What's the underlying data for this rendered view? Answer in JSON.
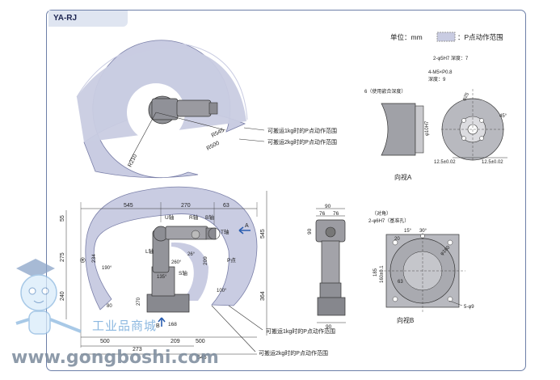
{
  "model": "YA-RJ",
  "legend": {
    "unit": "单位：mm",
    "area": "：P点动作范围"
  },
  "top_view": {
    "r545": "R545",
    "r500": "R500",
    "r210": "R210"
  },
  "callouts": {
    "range_1kg": "可搬运1kg时的P点动作范围",
    "range_2kg": "可搬运2kg时的P点动作范围"
  },
  "side_view": {
    "dims_top": [
      "545",
      "270",
      "63"
    ],
    "dim_left_55": "55",
    "dim_left_275": "275",
    "dim_left_234": "234",
    "dim_left_240": "240",
    "dim_right_545": "545",
    "dim_right_364": "364",
    "dim_209": "209",
    "dim_168": "168",
    "dim_80": "80",
    "dim_270": "270",
    "dims_bottom": [
      "500",
      "209",
      "500",
      "273",
      "545"
    ],
    "angles": [
      "260°",
      "190°",
      "135°",
      "100°",
      "26°"
    ],
    "axes": {
      "u": "U轴",
      "r": "R轴",
      "b": "B轴",
      "t": "T轴",
      "l": "L轴",
      "s": "S轴",
      "p": "P点"
    },
    "arrow_a": "A",
    "arrow_b": "B",
    "registered": "®"
  },
  "front_view": {
    "d90a": "90",
    "d76a": "76",
    "d76b": "76",
    "d90b": "90",
    "d90c": "90"
  },
  "view_a": {
    "caption": "向视A",
    "hole1": "2-φ5H7 深度：7",
    "hole2": "4-M5×P0.8",
    "hole2_depth": "深度：9",
    "depth_note": "6（使用嵌合深度）",
    "bore": "φ10H7",
    "d25": "φ25",
    "deg45": "45°",
    "dimA": "12.5±0.02",
    "dimB": "12.5±0.02"
  },
  "view_b": {
    "caption": "向视B",
    "note1": "（对角）",
    "note2": "2-φ6H7（基准孔）",
    "d185": "185",
    "d160": "160±0.1",
    "d63": "63",
    "dphi": "φ160",
    "a30": "30°",
    "a15": "15°",
    "holes": "5-φ9",
    "d20": "20"
  },
  "watermark": {
    "text": "工业品商城",
    "site": "www.gongboshi.com"
  }
}
